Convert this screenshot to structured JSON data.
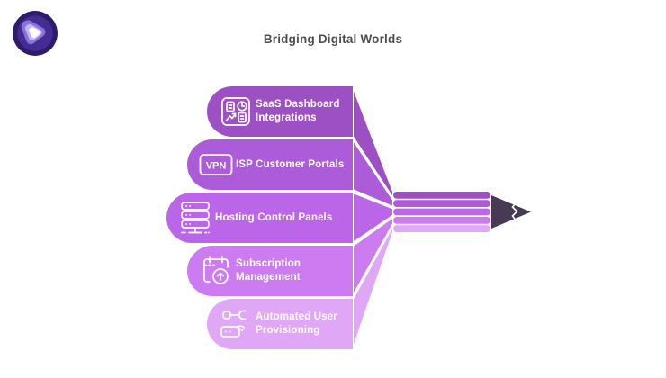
{
  "title": "Bridging Digital Worlds",
  "logo": {
    "name": "brand-logo",
    "ring_outer": "#2E1B6C",
    "ring_mid": "#442C93",
    "blob_purple": "#8573E1",
    "blob_lavender": "#C5B5F6",
    "blob_center": "#FFFFFF"
  },
  "items": [
    {
      "label": "SaaS Dashboard Integrations",
      "icon": "dashboard-icon",
      "color": "#9C50C4"
    },
    {
      "label": "ISP Customer Portals",
      "icon": "vpn-badge-icon",
      "icon_text": "VPN",
      "color": "#AC5CD8"
    },
    {
      "label": "Hosting Control Panels",
      "icon": "server-stack-icon",
      "color": "#BB66E8"
    },
    {
      "label": "Subscription Management",
      "icon": "calendar-upgrade-icon",
      "color": "#CC7CF0"
    },
    {
      "label": "Automated User Provisioning",
      "icon": "robot-arm-icon",
      "color": "#DFA7F5"
    }
  ],
  "pencil": {
    "tip_color": "#473B54",
    "zigzag_color": "#FFFFFF",
    "stroke_color": "#FFFFFF"
  },
  "background_color": "#FFFFFF"
}
